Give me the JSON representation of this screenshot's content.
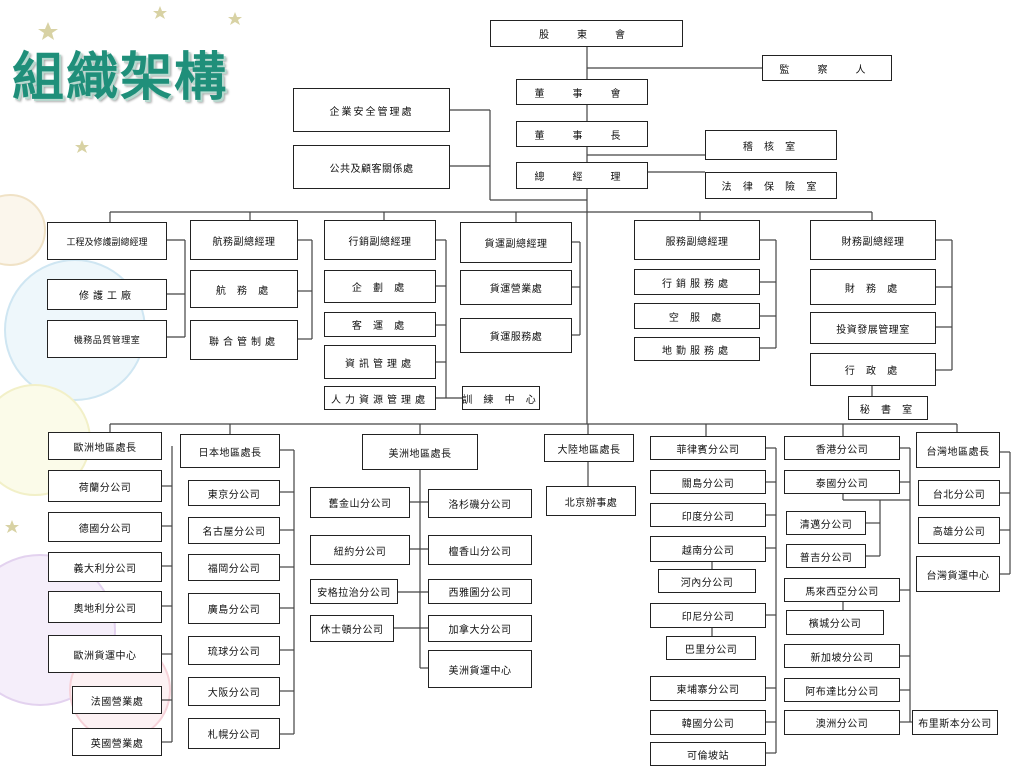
{
  "title": "組織架構",
  "colors": {
    "title": "#1f8f7a",
    "line": "#444444",
    "box_border": "#222222"
  },
  "decoration": {
    "description_free": true,
    "icons": [
      "bubble-icon"
    ]
  },
  "nodes": {
    "shareholders": "股　東　會",
    "supervisors": "監　察　人",
    "board": "董　事　會",
    "chairman": "董　事　長",
    "audit_office": "稽 核 室",
    "president": "總　經　理",
    "legal_office": "法 律 保 險 室",
    "safety_dept": "企業安全管理處",
    "public_affairs_dept": "公共及顧客關係處",
    "vp_engineering": "工程及修護副總經理",
    "maintenance_plant": "修護工廠",
    "aircraft_quality": "機務品質管理室",
    "vp_flight_ops": "航務副總經理",
    "flight_ops_dept": "航 務 處",
    "ops_control_dept": "聯合管制處",
    "vp_marketing": "行銷副總經理",
    "planning_dept": "企 劃 處",
    "passenger_dept": "客 運 處",
    "it_dept": "資訊管理處",
    "hr_dept": "人力資源管理處",
    "training_center": "訓 練 中 心",
    "vp_cargo": "貨運副總經理",
    "cargo_sales_dept": "貨運營業處",
    "cargo_service_dept": "貨運服務處",
    "vp_service": "服務副總經理",
    "marketing_service_dept": "行銷服務處",
    "cabin_service_dept": "空 服 處",
    "ground_service_dept": "地勤服務處",
    "vp_finance": "財務副總經理",
    "finance_dept": "財 務 處",
    "investment_office": "投資發展管理室",
    "admin_dept": "行 政 處",
    "secretariat": "秘 書 室",
    "europe_head": "歐洲地區處長",
    "netherlands": "荷蘭分公司",
    "germany": "德國分公司",
    "italy": "義大利分公司",
    "austria": "奧地利分公司",
    "europe_cargo": "歐洲貨運中心",
    "france": "法國營業處",
    "uk": "英國營業處",
    "japan_head": "日本地區處長",
    "tokyo": "東京分公司",
    "nagoya": "名古屋分公司",
    "fukuoka": "福岡分公司",
    "hiroshima": "廣島分公司",
    "okinawa": "琉球分公司",
    "osaka": "大阪分公司",
    "sapporo": "札幌分公司",
    "americas_head": "美洲地區處長",
    "san_francisco": "舊金山分公司",
    "los_angeles": "洛杉磯分公司",
    "new_york": "紐約分公司",
    "honolulu": "檀香山分公司",
    "anchorage": "安格拉治分公司",
    "seattle": "西雅圖分公司",
    "houston": "休士頓分公司",
    "canada": "加拿大分公司",
    "americas_cargo": "美洲貨運中心",
    "mainland_head": "大陸地區處長",
    "beijing_office": "北京辦事處",
    "philippines": "菲律賓分公司",
    "guam": "關島分公司",
    "india": "印度分公司",
    "vietnam": "越南分公司",
    "hanoi": "河內分公司",
    "indonesia": "印尼分公司",
    "bali": "巴里分公司",
    "cambodia": "柬埔寨分公司",
    "korea": "韓國分公司",
    "colombo": "可倫坡站",
    "hong_kong": "香港分公司",
    "thailand": "泰國分公司",
    "chiang_mai": "清邁分公司",
    "phuket": "普吉分公司",
    "malaysia": "馬來西亞分公司",
    "kuala_lumpur": "檳城分公司",
    "singapore": "新加坡分公司",
    "uae": "阿布達比分公司",
    "australia": "澳洲分公司",
    "brisbane": "布里斯本分公司",
    "taiwan_head": "台灣地區處長",
    "taipei": "台北分公司",
    "kaohsiung": "高雄分公司",
    "taiwan_cargo": "台灣貨運中心"
  }
}
